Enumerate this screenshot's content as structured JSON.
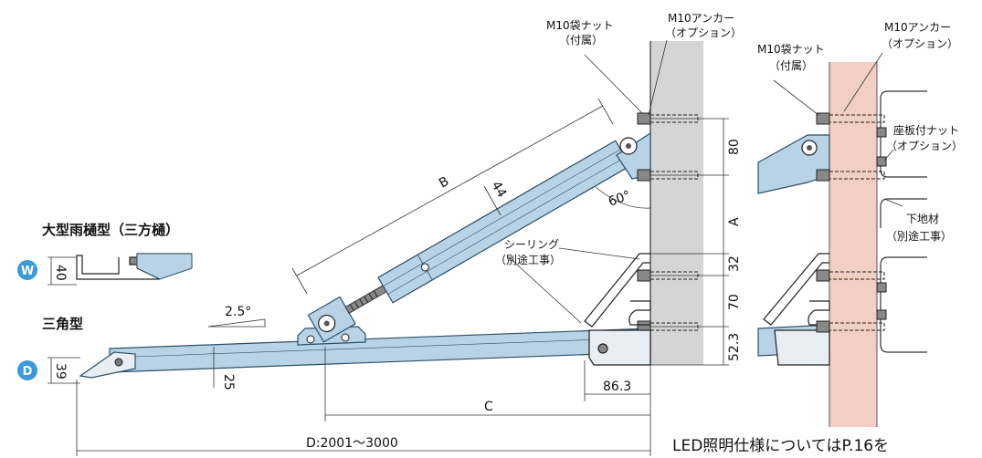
{
  "labels": {
    "nut_left": "M10袋ナット",
    "nut_left_sub": "（付属）",
    "anchor_left": "M10アンカー",
    "anchor_left_sub": "（オプション）",
    "nut_right": "M10袋ナット",
    "nut_right_sub": "（付属）",
    "anchor_right": "M10アンカー",
    "anchor_right_sub": "（オプション）",
    "seat_nut": "座板付ナット",
    "seat_nut_sub": "（オプション）",
    "base_material": "下地材",
    "base_material_sub": "（別途工事）",
    "sealing": "シーリング",
    "sealing_sub": "（別途工事）",
    "gutter_type": "大型雨樋型（三方樋）",
    "triangle_type": "三角型",
    "badge_w": "W",
    "badge_d": "D",
    "note": "LED照明仕様についてはP.16を"
  },
  "dimensions": {
    "b": "B",
    "d44": "44",
    "angle": "60°",
    "d80": "80",
    "a": "A",
    "d32": "32",
    "d70": "70",
    "d52": "52.3",
    "d86": "86.3",
    "c": "C",
    "slope": "2.5°",
    "d25": "25",
    "d40": "40",
    "d39": "39",
    "d_range": "D:2001〜3000"
  },
  "colors": {
    "beam": "#b9d3e6",
    "beam_stroke": "#2b4f6a",
    "wall": "#d5d5d5",
    "wall_right": "#f2cfc2",
    "badge": "#3a9ad9"
  }
}
